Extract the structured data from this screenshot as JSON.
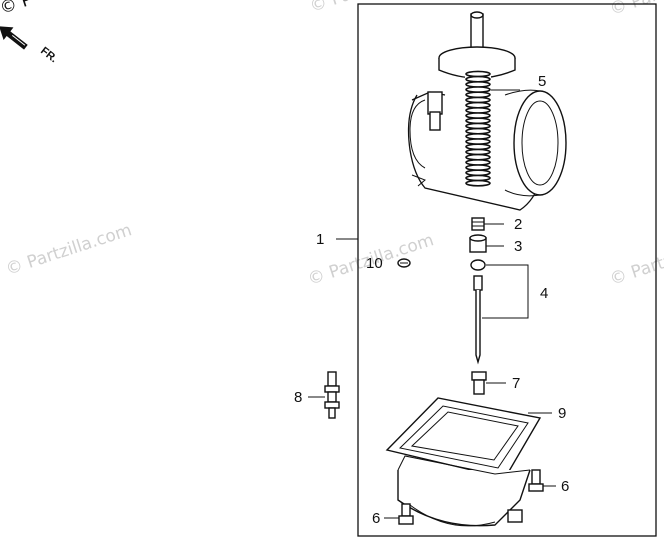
{
  "watermark": {
    "brand": "© Partzilla.com",
    "corner_fragment": "© P"
  },
  "orientation": {
    "label": "FR.",
    "arrow_icon": "front-direction-arrow-icon"
  },
  "callouts": [
    {
      "id": "1",
      "text": "1"
    },
    {
      "id": "2",
      "text": "2"
    },
    {
      "id": "3",
      "text": "3"
    },
    {
      "id": "4",
      "text": "4"
    },
    {
      "id": "5",
      "text": "5"
    },
    {
      "id": "6a",
      "text": "6"
    },
    {
      "id": "6b",
      "text": "6"
    },
    {
      "id": "7",
      "text": "7"
    },
    {
      "id": "8",
      "text": "8"
    },
    {
      "id": "9",
      "text": "9"
    },
    {
      "id": "10",
      "text": "10"
    }
  ]
}
